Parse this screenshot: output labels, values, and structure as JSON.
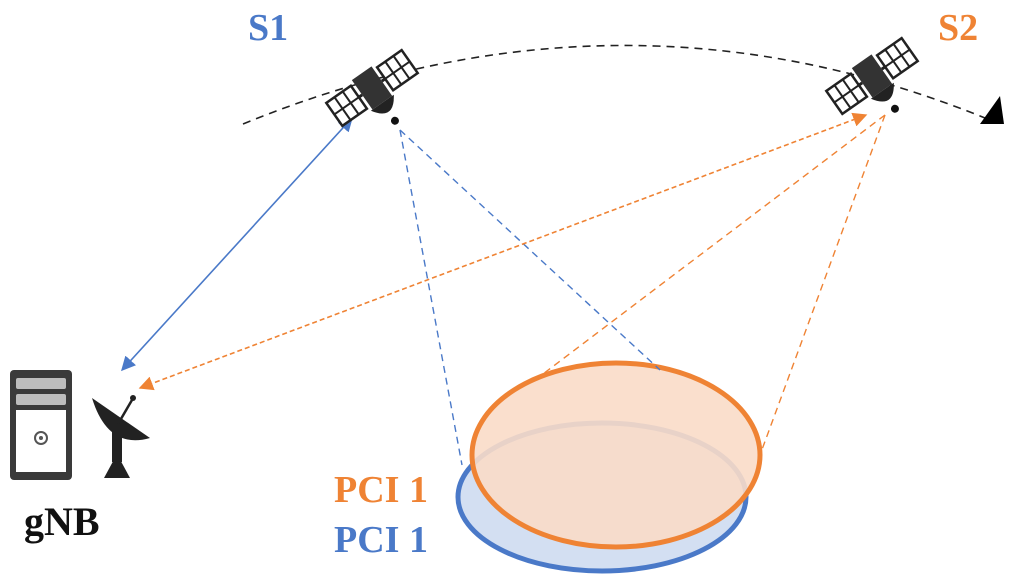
{
  "colors": {
    "s1": "#4a79c8",
    "s2": "#ef8334",
    "black": "#111111",
    "orange_fill": "#fadcc8",
    "blue_fill": "#d3dff2",
    "gray": "#555555"
  },
  "satellites": [
    {
      "id": "s1",
      "label": "S1",
      "icon": "satellite-icon"
    },
    {
      "id": "s2",
      "label": "S2",
      "icon": "satellite-icon"
    }
  ],
  "ground_station": {
    "label": "gNB",
    "icons": [
      "server-icon",
      "dish-antenna-icon"
    ]
  },
  "coverage": [
    {
      "label": "PCI 1",
      "satellite": "s2"
    },
    {
      "label": "PCI 1",
      "satellite": "s1"
    }
  ]
}
